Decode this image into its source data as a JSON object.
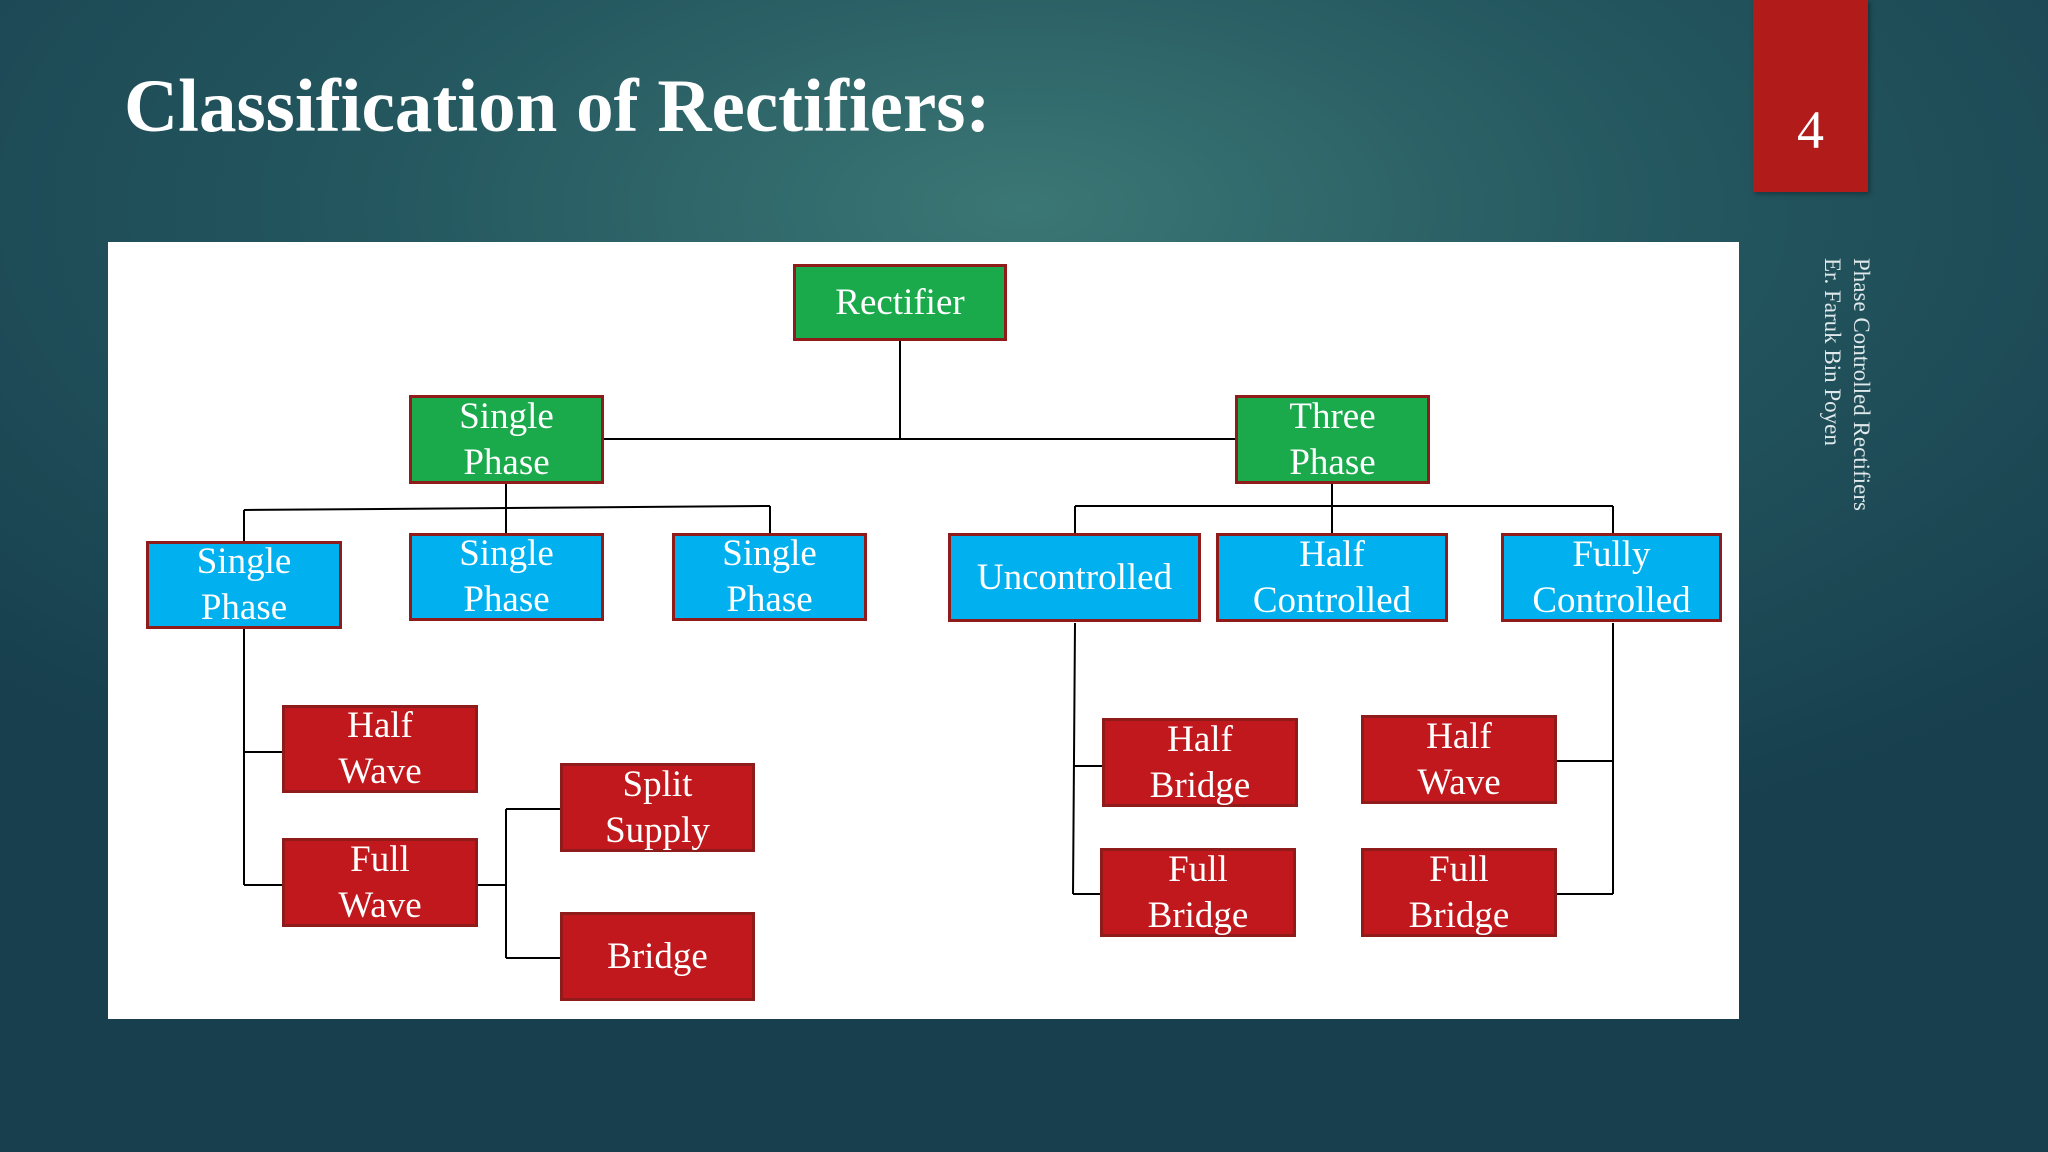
{
  "slide": {
    "title": "Classification of Rectifiers:",
    "page_number": "4",
    "sidebar_line1": "Phase Controlled Rectifiers",
    "sidebar_line2": "Er. Faruk Bin Poyen"
  },
  "colors": {
    "green_node": "#1aaa4b",
    "blue_node": "#00b0ef",
    "red_node": "#c0181c",
    "node_border": "#8f1b1b",
    "page_badge": "#b11b1a"
  },
  "nodes": {
    "rectifier": "Rectifier",
    "single_phase": [
      "Single",
      "Phase"
    ],
    "three_phase": [
      "Three",
      "Phase"
    ],
    "single_phase_a": [
      "Single",
      "Phase"
    ],
    "single_phase_b": [
      "Single",
      "Phase"
    ],
    "single_phase_c": [
      "Single",
      "Phase"
    ],
    "uncontrolled": "Uncontrolled",
    "half_controlled": [
      "Half",
      "Controlled"
    ],
    "fully_controlled": [
      "Fully",
      "Controlled"
    ],
    "half_wave_left": [
      "Half",
      "Wave"
    ],
    "full_wave_left": [
      "Full",
      "Wave"
    ],
    "split_supply": [
      "Split",
      "Supply"
    ],
    "bridge": "Bridge",
    "half_bridge": [
      "Half",
      "Bridge"
    ],
    "full_bridge_mid": [
      "Full",
      "Bridge"
    ],
    "half_wave_right": [
      "Half",
      "Wave"
    ],
    "full_bridge_right": [
      "Full",
      "Bridge"
    ]
  }
}
